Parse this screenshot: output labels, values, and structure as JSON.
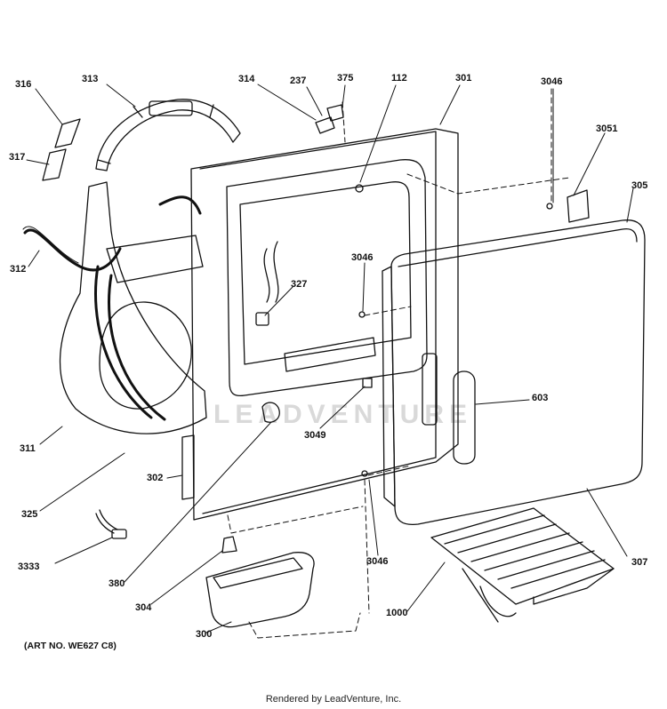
{
  "diagram": {
    "art_number": "(ART NO. WE627 C8)",
    "footer": "Rendered by LeadVenture, Inc.",
    "watermark": "LEADVENTURE",
    "parts": [
      {
        "id": "316",
        "label": "316"
      },
      {
        "id": "313",
        "label": "313"
      },
      {
        "id": "314",
        "label": "314"
      },
      {
        "id": "237",
        "label": "237"
      },
      {
        "id": "375",
        "label": "375"
      },
      {
        "id": "112",
        "label": "112"
      },
      {
        "id": "301",
        "label": "301"
      },
      {
        "id": "3046a",
        "label": "3046"
      },
      {
        "id": "3051",
        "label": "3051"
      },
      {
        "id": "317",
        "label": "317"
      },
      {
        "id": "305",
        "label": "305"
      },
      {
        "id": "312",
        "label": "312"
      },
      {
        "id": "3046b",
        "label": "3046"
      },
      {
        "id": "327",
        "label": "327"
      },
      {
        "id": "603",
        "label": "603"
      },
      {
        "id": "311",
        "label": "311"
      },
      {
        "id": "3049",
        "label": "3049"
      },
      {
        "id": "302",
        "label": "302"
      },
      {
        "id": "325",
        "label": "325"
      },
      {
        "id": "3333",
        "label": "3333"
      },
      {
        "id": "3046c",
        "label": "3046"
      },
      {
        "id": "307",
        "label": "307"
      },
      {
        "id": "380",
        "label": "380"
      },
      {
        "id": "304",
        "label": "304"
      },
      {
        "id": "1000",
        "label": "1000"
      },
      {
        "id": "300",
        "label": "300"
      }
    ]
  }
}
